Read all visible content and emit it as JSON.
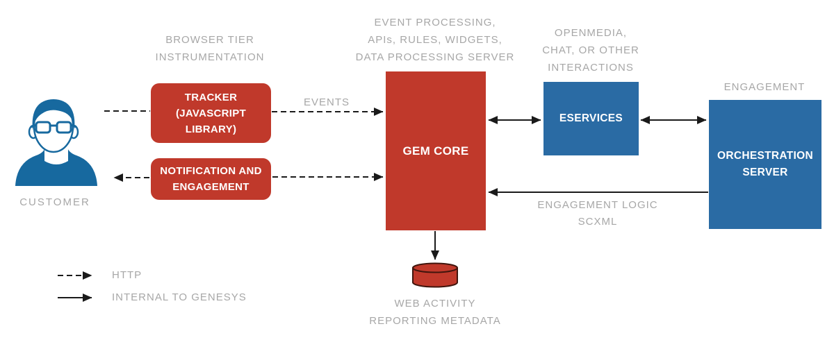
{
  "colors": {
    "box_red": "#C0392B",
    "box_blue": "#2A6BA4",
    "icon_blue": "#17699F",
    "cylinder_outline": "#40150D",
    "label_gray": "#A7A7A7",
    "arrow_black": "#1A1A1A"
  },
  "nodes": {
    "customer": {
      "label": "CUSTOMER",
      "icon": "person-icon"
    },
    "tracker": {
      "label": "TRACKER\n(JAVASCRIPT\nLIBRARY)"
    },
    "notification": {
      "label": "NOTIFICATION AND\nENGAGEMENT"
    },
    "gem_core": {
      "label": "GEM CORE"
    },
    "eservices": {
      "label": "ESERVICES"
    },
    "orchestration": {
      "label": "ORCHESTRATION\nSERVER"
    },
    "reporting_db": {
      "label": "WEB ACTIVITY\nREPORTING METADATA",
      "icon": "database-cylinder-icon"
    }
  },
  "annotations": {
    "browser_tier": "BROWSER TIER\nINSTRUMENTATION",
    "event_processing": "EVENT PROCESSING,\nAPIs, RULES, WIDGETS,\nDATA PROCESSING SERVER",
    "openmedia": "OPENMEDIA,\nCHAT, OR OTHER\nINTERACTIONS",
    "engagement": "ENGAGEMENT",
    "events": "EVENTS",
    "engagement_logic": "ENGAGEMENT LOGIC\nSCXML"
  },
  "legend": {
    "http_label": "HTTP",
    "internal_label": "INTERNAL TO GENESYS"
  }
}
